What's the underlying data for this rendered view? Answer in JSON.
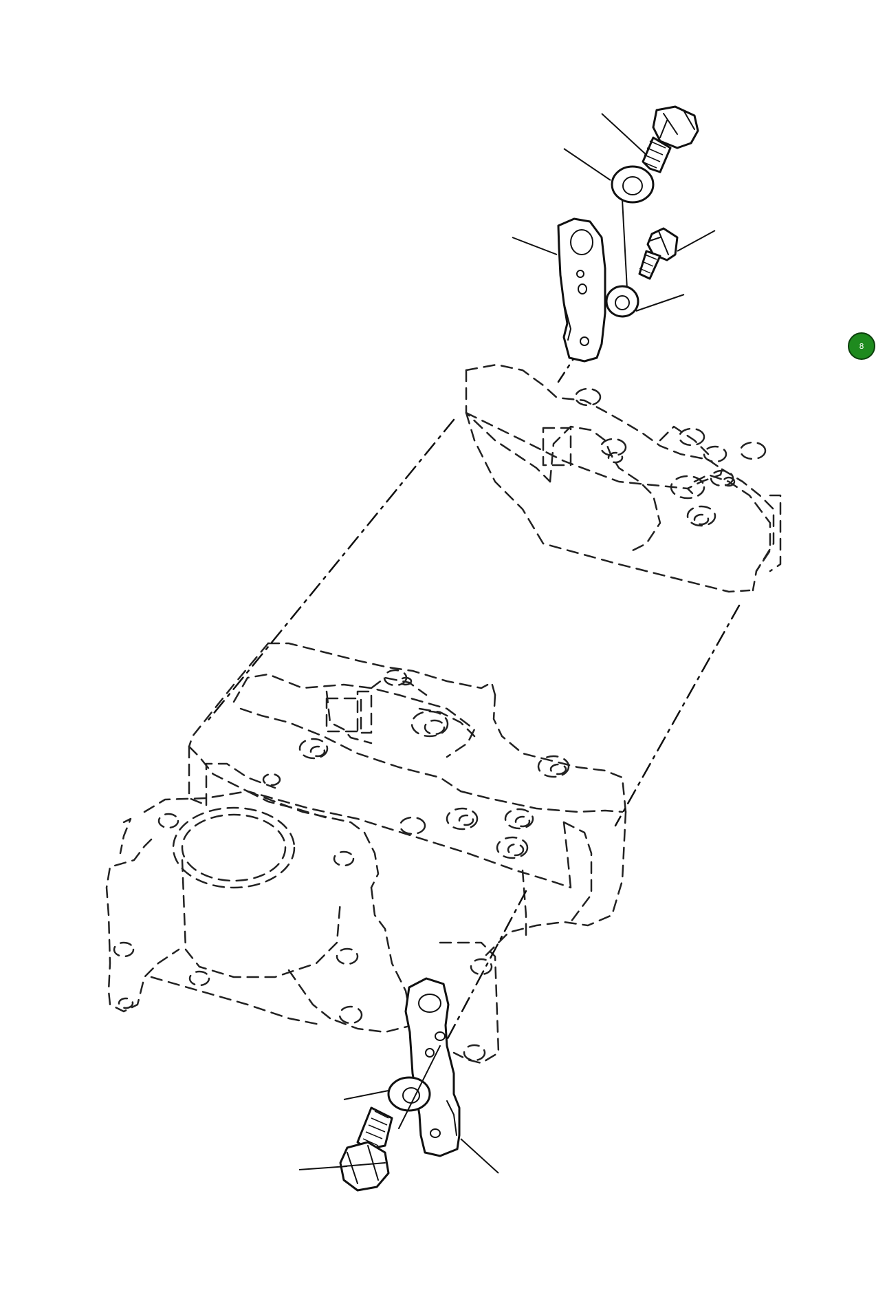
{
  "diagram": {
    "parts": [
      {
        "name": "bolt-upper-large"
      },
      {
        "name": "lock-washer-upper-large"
      },
      {
        "name": "lifting-bracket-upper"
      },
      {
        "name": "bolt-upper-small"
      },
      {
        "name": "lock-washer-upper-small"
      },
      {
        "name": "cylinder-head-upper-phantom"
      },
      {
        "name": "cylinder-head-lower-phantom"
      },
      {
        "name": "lifting-bracket-lower"
      },
      {
        "name": "lock-washer-lower"
      },
      {
        "name": "bolt-lower"
      }
    ]
  },
  "badge": {
    "label": "8",
    "color": "#1e8a1e"
  }
}
